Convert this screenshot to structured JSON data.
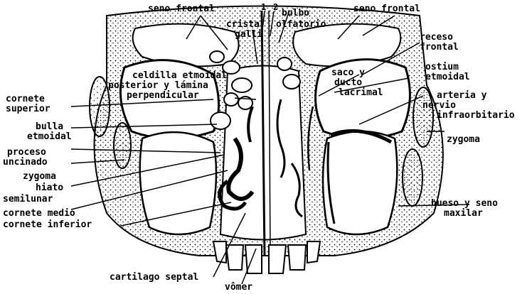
{
  "labels": {
    "seno_frontal_left": "seno frontal",
    "seno_frontal_right": "seno frontal",
    "num_1": "1",
    "num_2": "2",
    "bulbo": "bulbo",
    "olfatorio": "olfatorio",
    "crista": "crista",
    "galli": "galli",
    "receso": "receso",
    "frontal": "frontal",
    "celdilla_1": "celdilla etmoidal",
    "celdilla_2": "posterior y lámina",
    "celdilla_3": "perpendicular",
    "saco_1": "saco y",
    "saco_2": "ducto",
    "saco_3": "lacrimal",
    "ostium_1": "ostium",
    "ostium_2": "etmoidal",
    "cornete_sup_1": "cornete",
    "cornete_sup_2": "superior",
    "arteria_1": "arteria y",
    "arteria_2": "nervio",
    "arteria_3": "infraorbitario",
    "bulla_1": "bulla",
    "bulla_2": "etmoidal",
    "zygoma_right": "zygoma",
    "proceso_1": "proceso",
    "proceso_2": "uncinado",
    "zygoma_left": "zygoma",
    "hiato": "hiato",
    "semilunar": "semilunar",
    "cornete_medio": "cornete medio",
    "cornete_inferior": "cornete inferior",
    "hueso_1": "hueso y seno",
    "hueso_2": "maxilar",
    "cartilago": "cartilago septal",
    "vomer": "vômer"
  }
}
